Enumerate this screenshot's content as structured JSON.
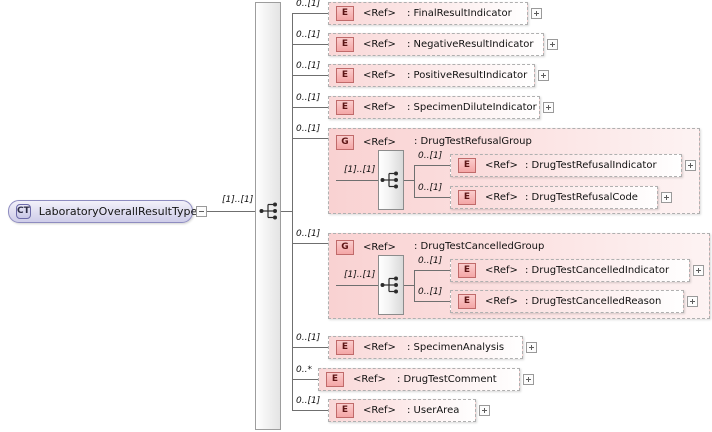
{
  "diagram": {
    "title": "LaboratoryOverallResultType",
    "type": "xsd-schema-diagram",
    "root": {
      "kind_tag": "CT",
      "name": "LaboratoryOverallResultType",
      "toggle": "minus",
      "cardinality": "[1]..[1]"
    },
    "compositor": "sequence",
    "children": [
      {
        "cardinality": "0..[1]",
        "kind_tag": "E",
        "ref_label": "<Ref>",
        "name": ": FinalResultIndicator",
        "toggle": "plus"
      },
      {
        "cardinality": "0..[1]",
        "kind_tag": "E",
        "ref_label": "<Ref>",
        "name": ": NegativeResultIndicator",
        "toggle": "plus"
      },
      {
        "cardinality": "0..[1]",
        "kind_tag": "E",
        "ref_label": "<Ref>",
        "name": ": PositiveResultIndicator",
        "toggle": "plus"
      },
      {
        "cardinality": "0..[1]",
        "kind_tag": "E",
        "ref_label": "<Ref>",
        "name": ": SpecimenDiluteIndicator",
        "toggle": "plus"
      },
      {
        "cardinality": "0..[1]",
        "kind_tag": "G",
        "ref_label": "<Ref>",
        "name": ": DrugTestRefusalGroup",
        "inner_cardinality": "[1]..[1]",
        "inner_compositor": "sequence",
        "children": [
          {
            "cardinality": "0..[1]",
            "kind_tag": "E",
            "ref_label": "<Ref>",
            "name": ": DrugTestRefusalIndicator",
            "toggle": "plus"
          },
          {
            "cardinality": "0..[1]",
            "kind_tag": "E",
            "ref_label": "<Ref>",
            "name": ": DrugTestRefusalCode",
            "toggle": "plus"
          }
        ]
      },
      {
        "cardinality": "0..[1]",
        "kind_tag": "G",
        "ref_label": "<Ref>",
        "name": ": DrugTestCancelledGroup",
        "inner_cardinality": "[1]..[1]",
        "inner_compositor": "sequence",
        "children": [
          {
            "cardinality": "0..[1]",
            "kind_tag": "E",
            "ref_label": "<Ref>",
            "name": ": DrugTestCancelledIndicator",
            "toggle": "plus"
          },
          {
            "cardinality": "0..[1]",
            "kind_tag": "E",
            "ref_label": "<Ref>",
            "name": ": DrugTestCancelledReason",
            "toggle": "plus"
          }
        ]
      },
      {
        "cardinality": "0..[1]",
        "kind_tag": "E",
        "ref_label": "<Ref>",
        "name": ": SpecimenAnalysis",
        "toggle": "plus"
      },
      {
        "cardinality": "0..*",
        "kind_tag": "E",
        "ref_label": "<Ref>",
        "name": ": DrugTestComment",
        "toggle": "plus"
      },
      {
        "cardinality": "0..[1]",
        "kind_tag": "E",
        "ref_label": "<Ref>",
        "name": ": UserArea",
        "toggle": "plus"
      }
    ],
    "colors": {
      "element_fill": "#f9d8d8",
      "element_border": "#b0b0b0",
      "tag_fill": "#f4a6a6",
      "tag_border": "#c06a6a",
      "complextype_fill": "#dedcf0",
      "complextype_border": "#8e8cc0",
      "line": "#6f6f6f",
      "background": "#ffffff"
    }
  }
}
